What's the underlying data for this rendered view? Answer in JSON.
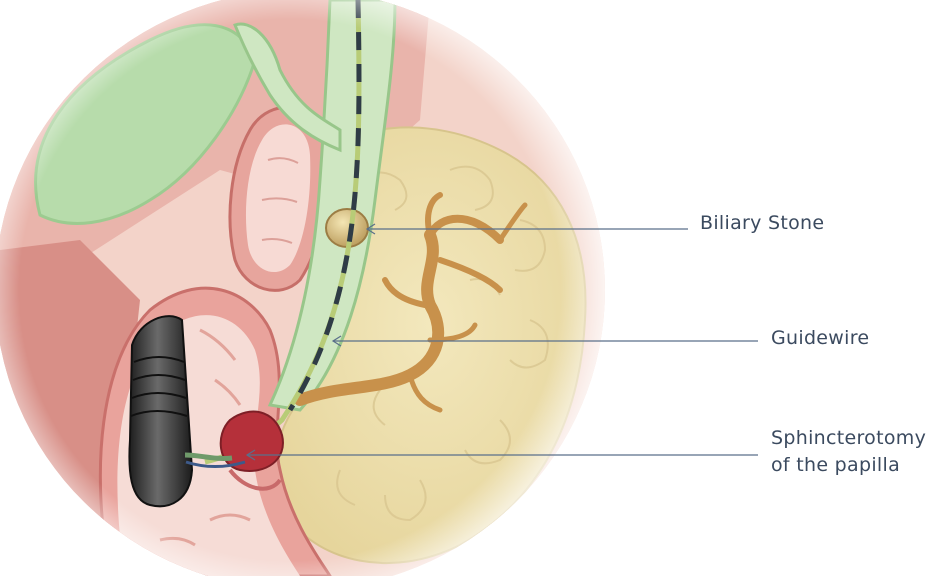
{
  "labels": {
    "biliary_stone": "Biliary Stone",
    "guidewire": "Guidewire",
    "sphincterotomy_line1": "Sphincterotomy",
    "sphincterotomy_line2": "of the papilla"
  },
  "colors": {
    "gallbladder": "#b9ddb0",
    "bile_duct": "#cfe8c4",
    "tissue_red": "#d98a84",
    "tissue_pink": "#efc4bb",
    "pancreas": "#efe2b0",
    "pancreatic_duct": "#c8914b",
    "stone": "#d8c28a",
    "endoscope": "#3c3c3c",
    "leader_line": "#5a6f8a",
    "label_text": "#3b4a5f"
  },
  "icons": [
    "biliary-stone-icon",
    "endoscope-icon"
  ]
}
